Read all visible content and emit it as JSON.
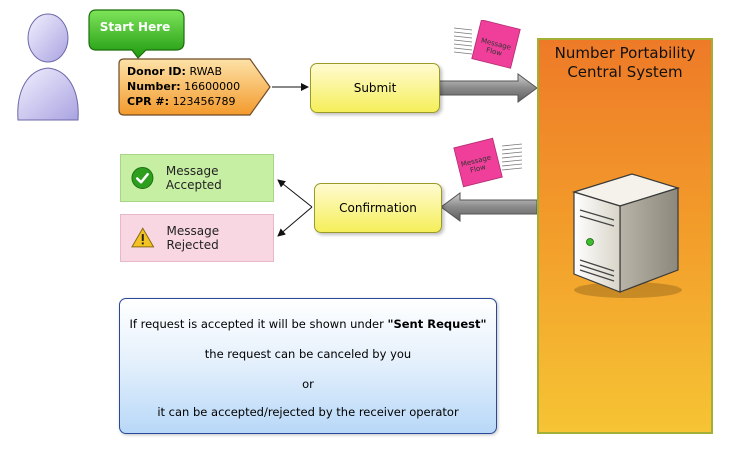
{
  "start": {
    "label": "Start Here"
  },
  "donor": {
    "id_label": "Donor ID:",
    "id_value": "RWAB",
    "number_label": "Number:",
    "number_value": "16600000",
    "cpr_label": "CPR #:",
    "cpr_value": "123456789"
  },
  "steps": {
    "submit": "Submit",
    "confirmation": "Confirmation"
  },
  "messages": {
    "accepted": "Message Accepted",
    "rejected": "Message Rejected"
  },
  "central": {
    "title_line1": "Number Portability",
    "title_line2": "Central System"
  },
  "sticky": {
    "top_line1": "Message",
    "top_line2": "Flow",
    "bottom_line1": "Message",
    "bottom_line2": "Flow"
  },
  "note": {
    "line1_prefix": "If request is accepted it will be shown under ",
    "line1_bold": "\"Sent Request\"",
    "line2": "the request can be canceled by you",
    "line3": "or",
    "line4": "it can be accepted/rejected by the receiver operator"
  },
  "colors": {
    "central_top": "#ee7a28",
    "central_bottom": "#f6c434",
    "step_box": "#f5ef5a",
    "accepted_bg": "#c6efa3",
    "rejected_bg": "#f9d7e2",
    "note_border": "#29489a",
    "start_bubble": "#2fae12",
    "donor_card": "#f6a93a",
    "sticky": "#ef3f9a"
  },
  "icons": {
    "user": "user-silhouette-icon",
    "accepted": "checkmark-icon",
    "rejected": "warning-icon",
    "server": "server-icon"
  }
}
